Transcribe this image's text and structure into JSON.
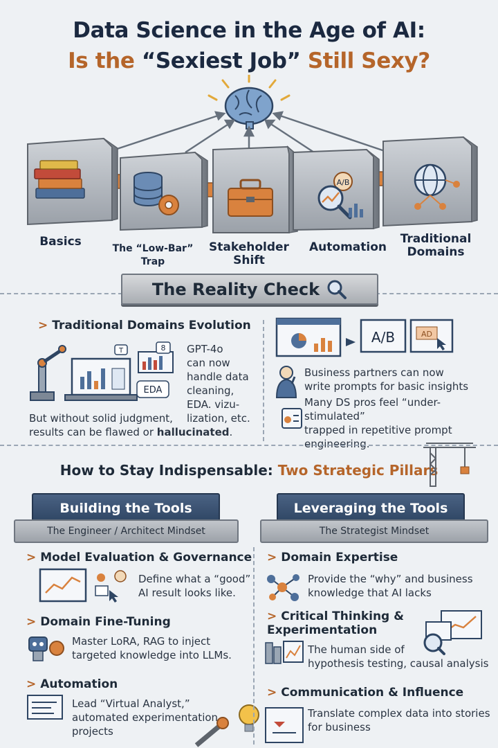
{
  "header": {
    "title_line1": "Data Science in the Age of AI:",
    "title_pre": "Is the ",
    "title_mid": "“Sexiest Job”",
    "title_post": " Still Sexy?"
  },
  "blocks": [
    {
      "label": "Basics",
      "icon": "books-icon"
    },
    {
      "label": "The “Low-Bar” Trap",
      "icon": "database-gear-icon"
    },
    {
      "label": "Stakeholder\nShift",
      "icon": "toolbox-icon"
    },
    {
      "label": "Automation",
      "icon": "magnifier-ab-icon"
    },
    {
      "label": "Traditional\nDomains",
      "icon": "globe-network-icon"
    }
  ],
  "reality_check": {
    "label": "The Reality Check"
  },
  "left_panel": {
    "heading": "Traditional Domains Evolution",
    "bullet_marker": ">",
    "gpt_text": "GPT-4o\ncan now\nhandle data\ncleaning,\nEDA. vizu-\nlization, etc.",
    "warning_pre": "But without solid judgment,\nresults can be flawed or ",
    "warning_bold": "hallucinated",
    "warning_post": ".",
    "eda_label": "EDA",
    "t_label": "T",
    "eight_label": "8"
  },
  "right_panel": {
    "ab_label": "A/B",
    "ad_label": "AD",
    "partners_text": "Business partners can now\nwrite prompts for basic insights",
    "pros_text": "Many DS pros feel “under-stimulated”\ntrapped in repetitive prompt\nengineering."
  },
  "pillars_heading": {
    "a": "How to Stay Indispensable: ",
    "b": "Two Strategic Pillars"
  },
  "pillar_left": {
    "title": "Building the Tools",
    "subtitle": "The Engineer / Architect Mindset",
    "items": [
      {
        "head": "Model Evaluation & Governance",
        "text": "Define what a “good”\nAI result looks like."
      },
      {
        "head": "Domain Fine-Tuning",
        "text": "Master LoRA, RAG  to inject\ntargeted knowledge into LLMs."
      },
      {
        "head": "Automation",
        "text": "Lead “Virtual Analyst,”\nautomated experimentation\nprojects"
      }
    ]
  },
  "pillar_right": {
    "title": "Leveraging the Tools",
    "subtitle": "The Strategist Mindset",
    "items": [
      {
        "head": "Domain Expertise",
        "text": "Provide the “why” and business\nknowledge that AI lacks"
      },
      {
        "head": "Critical Thinking &\nExperimentation",
        "text": "The human side of\nhypothesis testing, causal analysis"
      },
      {
        "head": "Communication & Influence",
        "text": "Translate complex data into stories\nfor business"
      }
    ]
  },
  "colors": {
    "accent": "#b5652a",
    "navy": "#1b2940",
    "slate": "#2e4563"
  }
}
